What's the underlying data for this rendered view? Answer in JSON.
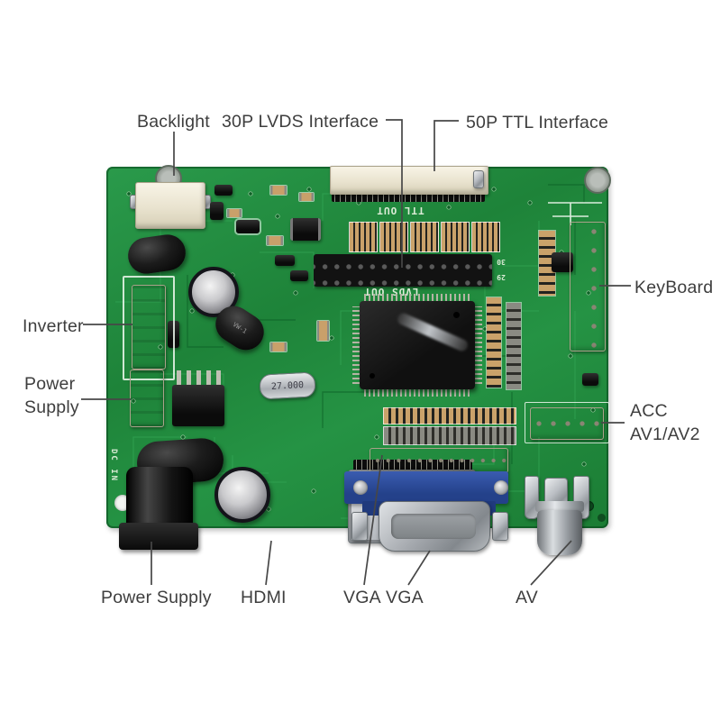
{
  "colors": {
    "background": "#ffffff",
    "board_green": "#1e8339",
    "board_green_light": "#2a9a4b",
    "silkscreen_white": "#dcecd7",
    "connector_cream": "#efe9d8",
    "vga_blue": "#2d4f9f",
    "metal_silver": "#b9bdc2",
    "component_black": "#141414",
    "label_text": "#3e3e3e"
  },
  "annotations": {
    "backlight": "Backlight",
    "lvds": "30P LVDS Interface",
    "ttl": "50P TTL Interface",
    "keyboard": "KeyBoard",
    "acc": {
      "line1": "ACC",
      "line2": "AV1/AV2"
    },
    "inverter": "Inverter",
    "power_supply_left": "Power Supply",
    "power_supply_bottom": "Power Supply",
    "hdmi": "HDMI",
    "vga_header": "VGA",
    "vga_port": "VGA",
    "av": "AV"
  },
  "silkscreen": {
    "ttl_out": "TTL OUT",
    "lvds_out": "LVDS OUT",
    "crystal_freq": "27.000",
    "dc_in": "DC IN",
    "pin_30": "30",
    "pin_29": "29",
    "inductor_marking": "VW-1"
  }
}
